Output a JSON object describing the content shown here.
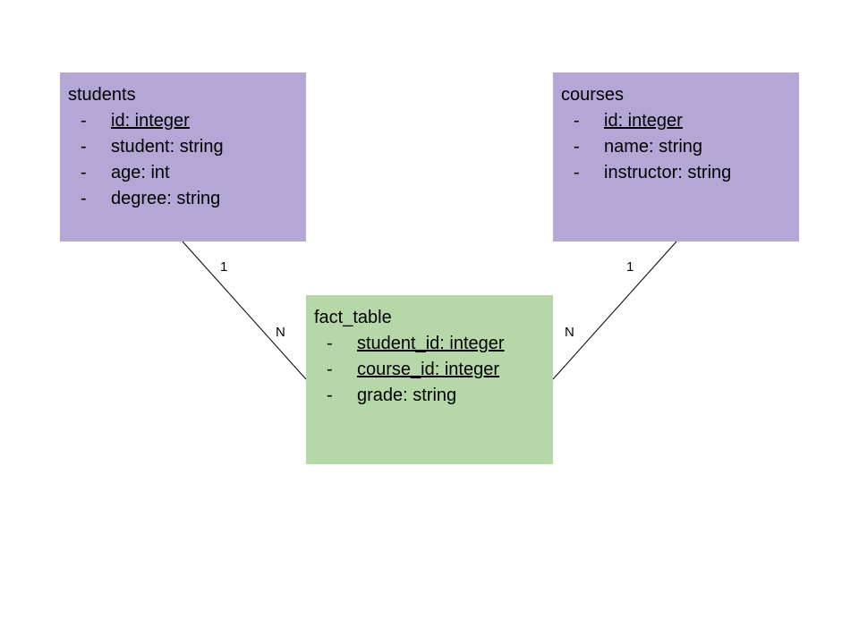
{
  "entities": {
    "students": {
      "title": "students",
      "color": "#b4a7d6",
      "fields": [
        {
          "dash": "-",
          "text": "id: integer",
          "key": true
        },
        {
          "dash": "-",
          "text": "student: string",
          "key": false
        },
        {
          "dash": "-",
          "text": "age: int",
          "key": false
        },
        {
          "dash": "-",
          "text": "degree: string",
          "key": false
        }
      ]
    },
    "courses": {
      "title": "courses",
      "color": "#b4a7d6",
      "fields": [
        {
          "dash": "-",
          "text": "id: integer",
          "key": true
        },
        {
          "dash": "-",
          "text": "name: string",
          "key": false
        },
        {
          "dash": "-",
          "text": "instructor: string",
          "key": false
        }
      ]
    },
    "fact_table": {
      "title": "fact_table",
      "color": "#b6d7a8",
      "fields": [
        {
          "dash": "-",
          "text": "student_id: integer",
          "key": true
        },
        {
          "dash": "-",
          "text": "course_id: integer",
          "key": true
        },
        {
          "dash": "-",
          "text": "grade: string",
          "key": false
        }
      ]
    }
  },
  "relationships": {
    "students_fact": {
      "from_cardinality": "1",
      "to_cardinality": "N"
    },
    "courses_fact": {
      "from_cardinality": "1",
      "to_cardinality": "N"
    }
  },
  "colors": {
    "line": "#000000",
    "background": "#ffffff"
  }
}
